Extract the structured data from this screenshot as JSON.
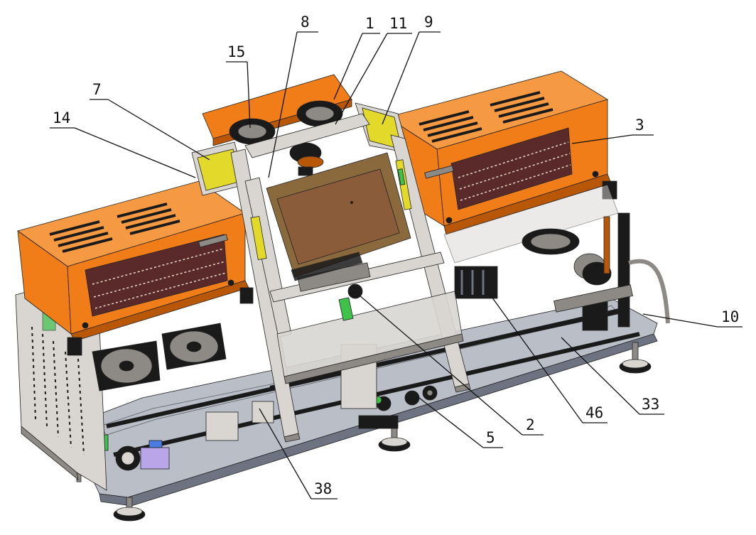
{
  "colors": {
    "housing": "#f07d18",
    "housing_dark": "#b85708",
    "housing_top": "#f59a42",
    "frame": "#d9d6d2",
    "frame_dark": "#8d8a86",
    "base": "#b9bec7",
    "base_dark": "#6d7380",
    "yellow": "#e2d92a",
    "screen": "#8a5c3a",
    "screen_frame": "#8a6a3c",
    "heater": "#5a2a2a",
    "black": "#1a1a1a",
    "green": "#3ec24a",
    "blue": "#4a7be0",
    "purple": "#b9a6e8",
    "leader": "#111111"
  },
  "callouts": [
    {
      "id": "15",
      "label": "15"
    },
    {
      "id": "8",
      "label": "8"
    },
    {
      "id": "1",
      "label": "1"
    },
    {
      "id": "11",
      "label": "11"
    },
    {
      "id": "9",
      "label": "9"
    },
    {
      "id": "7",
      "label": "7"
    },
    {
      "id": "14",
      "label": "14"
    },
    {
      "id": "3",
      "label": "3"
    },
    {
      "id": "10",
      "label": "10"
    },
    {
      "id": "33",
      "label": "33"
    },
    {
      "id": "46",
      "label": "46"
    },
    {
      "id": "2",
      "label": "2"
    },
    {
      "id": "5",
      "label": "5"
    },
    {
      "id": "38",
      "label": "38"
    }
  ]
}
